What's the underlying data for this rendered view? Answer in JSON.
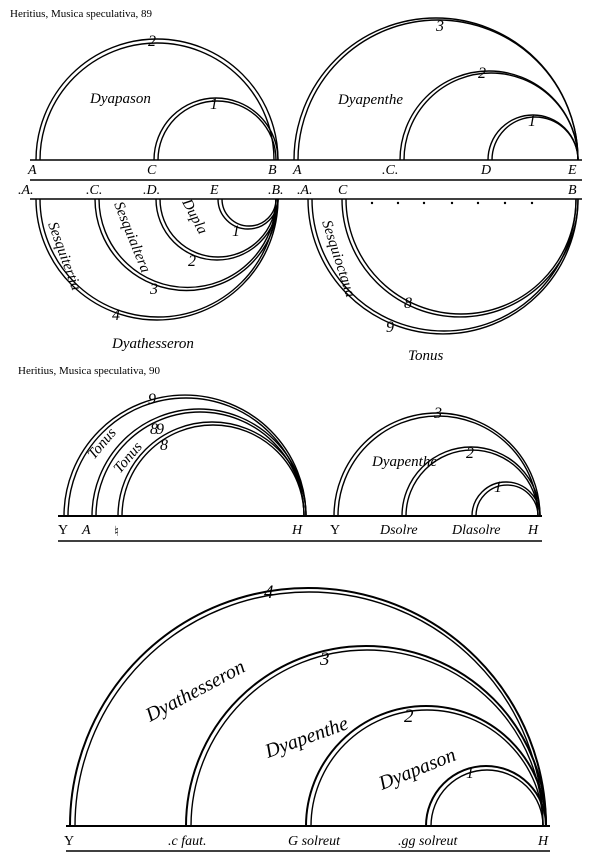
{
  "captions": {
    "top": "Heritius, Musica speculativa, 89",
    "middle": "Heritius, Musica speculativa, 90"
  },
  "fig1": {
    "top_left": {
      "points": [
        "A",
        "C",
        "B"
      ],
      "words": [
        "Dyapason"
      ],
      "numbers": [
        "2",
        "1"
      ]
    },
    "top_right": {
      "points": [
        "A",
        ".C.",
        "D",
        "E"
      ],
      "words": [
        "Dyapenthe"
      ],
      "numbers": [
        "3",
        "2",
        "1"
      ]
    },
    "middle_row": {
      "points": [
        ".A.",
        ".C.",
        ".D.",
        "E",
        ".B.",
        ".A.",
        "C",
        "B"
      ]
    },
    "bottom_left": {
      "words": [
        "Sesquitertia",
        "Sesquialtera",
        "Dupla",
        "Dyathesseron"
      ],
      "numbers": [
        "4",
        "3",
        "2",
        "1"
      ]
    },
    "bottom_right": {
      "words": [
        "Sesquioctaua",
        "Tonus"
      ],
      "numbers": [
        "9",
        "8"
      ]
    }
  },
  "fig2": {
    "left": {
      "points": [
        "Y",
        "A",
        "♮",
        "H"
      ],
      "words": [
        "Tonus",
        "Tonus"
      ],
      "numbers": [
        "9",
        "8",
        "9",
        "8"
      ]
    },
    "right": {
      "points": [
        "Y",
        "Dsolre",
        "Dlasolre",
        "H"
      ],
      "words": [
        "Dyapenthe"
      ],
      "numbers": [
        "3",
        "2",
        "1"
      ]
    }
  },
  "fig3": {
    "points": [
      "Y",
      ".c faut.",
      "G solreut",
      ".gg solreut",
      "H"
    ],
    "words": [
      "Dyathesseron",
      "Dyapenthe",
      "Dyapason"
    ],
    "numbers": [
      "4",
      "3",
      "2",
      "1"
    ]
  }
}
